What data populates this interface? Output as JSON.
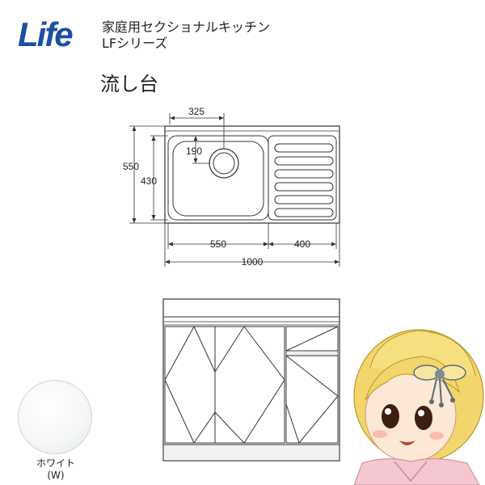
{
  "brand": {
    "logo_text": "Life",
    "logo_color": "#1b4fa5"
  },
  "product": {
    "series_line1": "家庭用セクショナルキッチン",
    "series_line2": "LFシリーズ",
    "name": "流し台"
  },
  "plan_drawing": {
    "dim_drain_offset": "325",
    "dim_drain_depth": "190",
    "dim_total_depth": "550",
    "dim_bowl_depth": "430",
    "dim_bowl_width": "550",
    "dim_drainboard_width": "400",
    "dim_total_width": "1000"
  },
  "color_option": {
    "name": "ホワイト",
    "code": "(W)",
    "swatch_color": "#f4f6f7"
  },
  "icons": [
    "life-logo-icon",
    "mascot-character-icon"
  ]
}
